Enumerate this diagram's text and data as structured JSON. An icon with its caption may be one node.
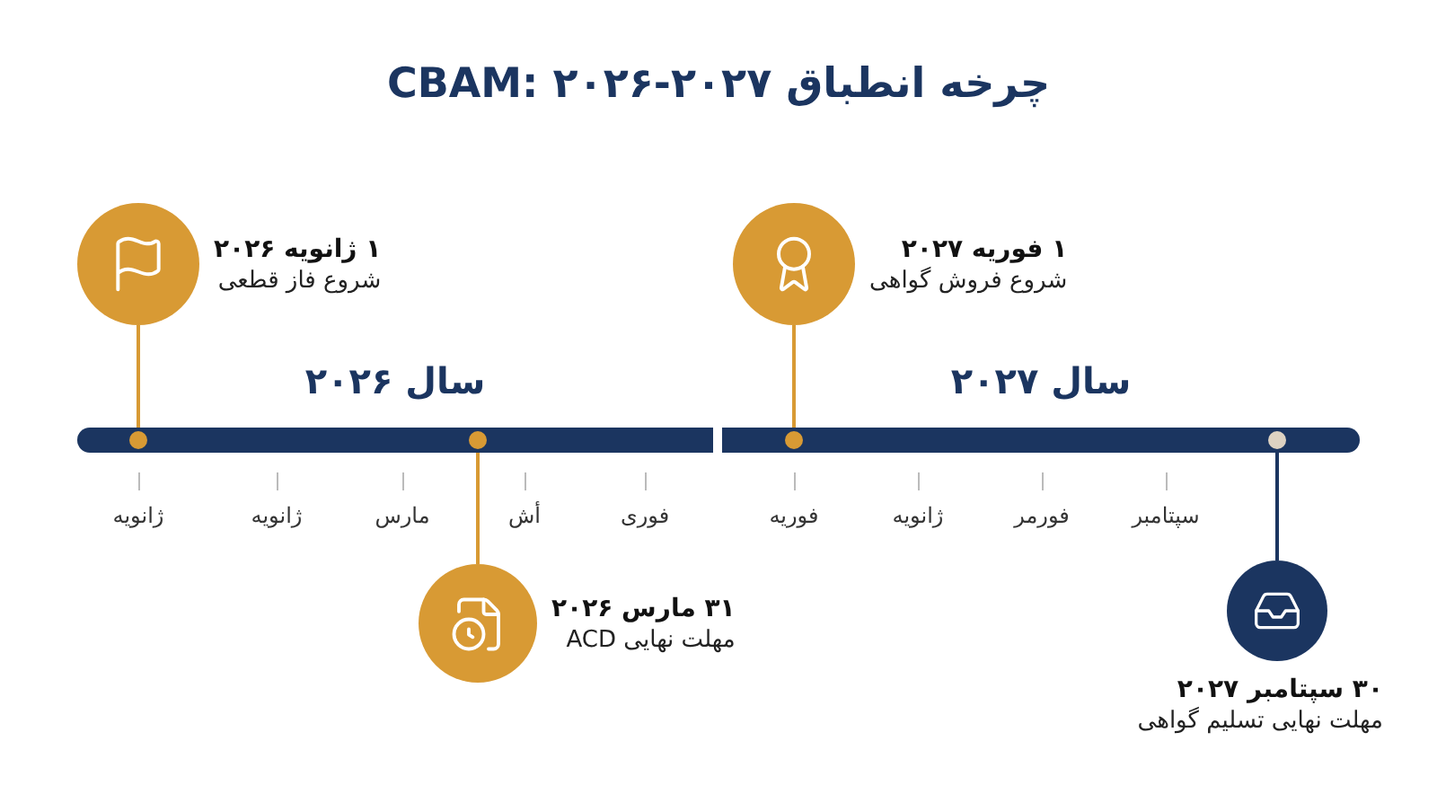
{
  "diagram": {
    "title": "چرخه انطباق CBAM: ۲۰۲۶-۲۰۲۷",
    "nodes": [
      {
        "text": [
          "۱ ژانویه ۲۰۲۶",
          "شروع فاز قطعی"
        ]
      },
      {
        "text": [
          "۱ فوریه ۲۰۲۷",
          "شروع فروش گواهی"
        ]
      },
      {
        "text": [
          "سال ۲۰۲۶"
        ]
      },
      {
        "text": [
          "سال ۲۰۲۷"
        ]
      },
      {
        "text": [],
        "shape": "circle",
        "in": 2
      },
      {
        "text": [],
        "shape": "circle",
        "in": 2
      },
      {
        "text": [],
        "shape": "circle",
        "in": 3
      },
      {
        "text": [],
        "shape": "circle",
        "in": 3
      },
      {
        "text": [
          "۳۱ مارس ۲۰۲۶",
          "مهلت نهایی ACD"
        ]
      },
      {
        "text": [
          "۳۰ سپتامبر ۲۰۲۷",
          "مهلت نهایی تسلیم گواهی"
        ]
      }
    ],
    "edges": [
      {
        "from": 0,
        "to": 4,
        "arrow": "none"
      },
      {
        "from": 1,
        "to": 6,
        "arrow": "none"
      },
      {
        "from": 8,
        "to": 5,
        "arrow": "none"
      },
      {
        "from": 9,
        "to": 7,
        "arrow": "none",
        "color": "#1b3560"
      }
    ],
    "labels": [
      "ژانویه",
      "ژانویه",
      "مارس",
      "أش",
      "فوری",
      "فوریه",
      "ژانویه",
      "فورمر",
      "سپتامبر"
    ]
  }
}
